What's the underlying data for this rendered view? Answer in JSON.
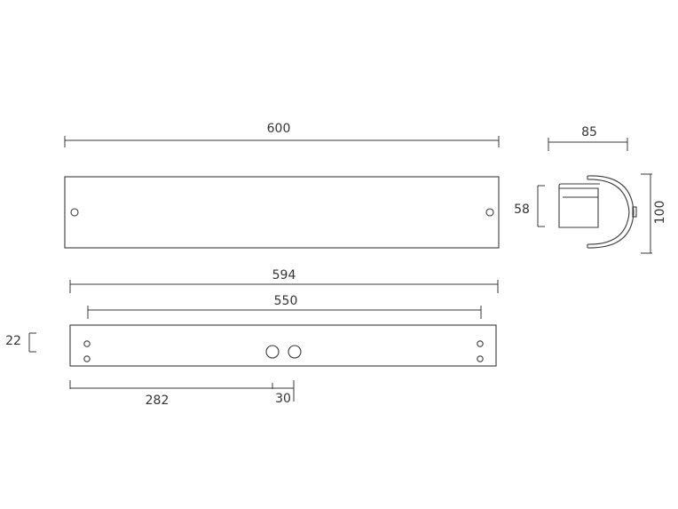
{
  "dimensions": {
    "total_length": "600",
    "depth": "85",
    "height": "100",
    "body_height": "58",
    "mount_length": "594",
    "hole_spacing": "550",
    "mount_height": "22",
    "center_offset": "282",
    "center_spacing": "30"
  },
  "colors": {
    "line": "#3a3a3a",
    "text": "#333333",
    "background": "#ffffff"
  }
}
